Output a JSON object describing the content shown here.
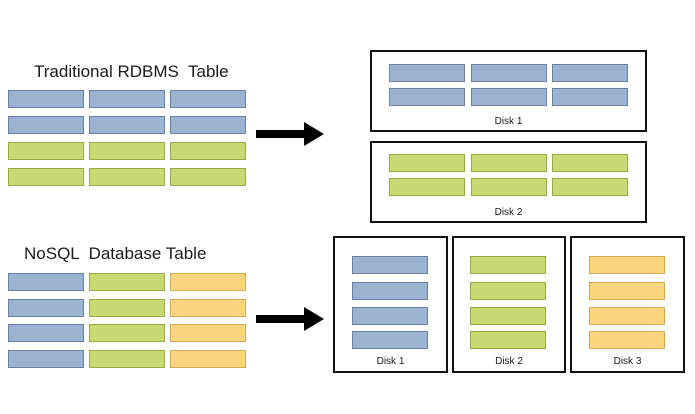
{
  "top": {
    "title": "Traditional RDBMS  Table",
    "table_colors": [
      "blue",
      "blue",
      "green",
      "green"
    ],
    "disks": [
      {
        "label": "Disk 1",
        "color": "blue"
      },
      {
        "label": "Disk 2",
        "color": "green"
      }
    ]
  },
  "bottom": {
    "title": "NoSQL  Database Table",
    "table_colors": [
      "blue",
      "green",
      "orange"
    ],
    "disks": [
      {
        "label": "Disk 1",
        "color": "blue"
      },
      {
        "label": "Disk 2",
        "color": "green"
      },
      {
        "label": "Disk 3",
        "color": "orange"
      }
    ]
  },
  "colors": {
    "blue": "#9bb3d1",
    "green": "#c8d873",
    "orange": "#fad57e",
    "border": "#111111"
  }
}
